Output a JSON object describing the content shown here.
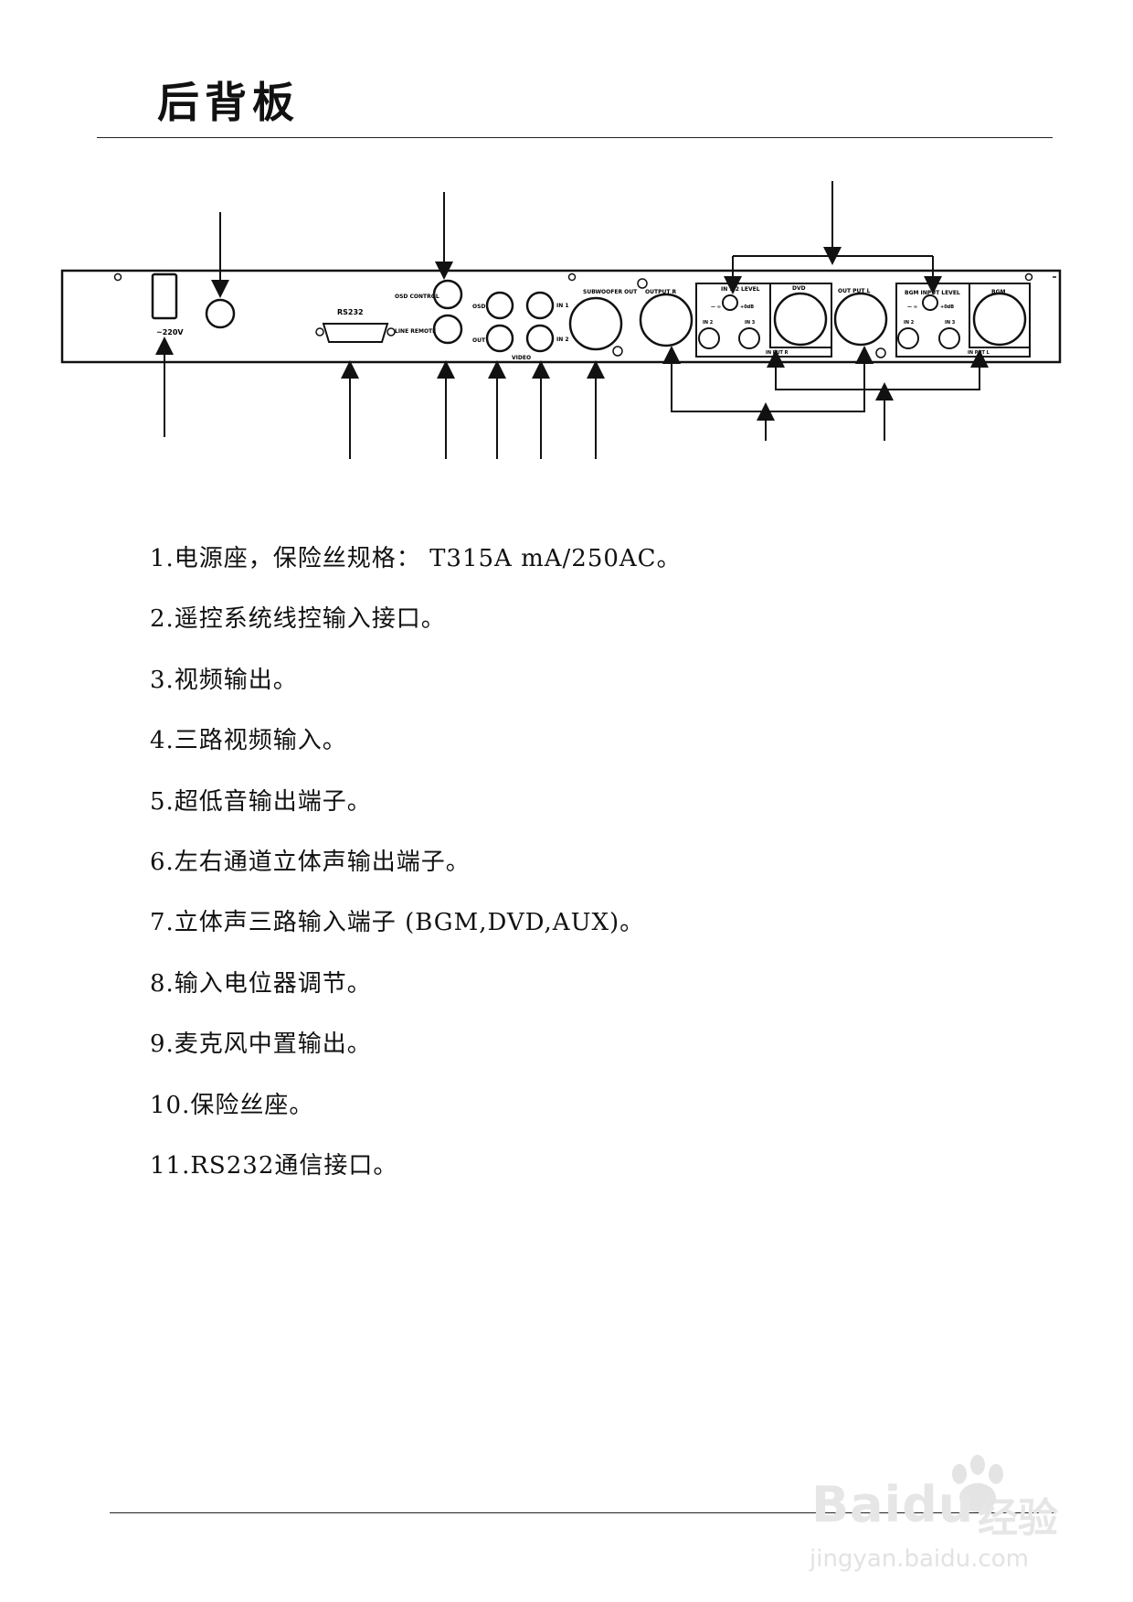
{
  "page": {
    "title": "后背板"
  },
  "panel": {
    "labels": {
      "voltage": "~220V",
      "rs232": "RS232",
      "osd_control": "OSD CONTROL",
      "line_remote": "LINE REMOTE",
      "osd": "OSD",
      "out": "OUT",
      "video": "VIDEO",
      "in1": "IN 1",
      "in2": "IN 2",
      "subwoofer_out": "SUBWOOFER OUT",
      "output_r": "OUTPUT R",
      "level_1": "IN 1,2 LEVEL",
      "minus": "— ∞",
      "plus": "+0dB",
      "in_a": "IN 2",
      "in_b": "IN 3",
      "dvd": "DVD",
      "output_l": "OUT PUT L",
      "in_put_r": "IN PUT R",
      "bgm_level": "BGM INPUT LEVEL",
      "minus2": "— ∞",
      "plus2": "+0dB",
      "in_c": "IN 2",
      "in_d": "IN 3",
      "bgm": "BGM",
      "in_put_l": "IN PUT L"
    }
  },
  "items": [
    "1.电源座，保险丝规格： T315A mA/250AC。",
    "2.遥控系统线控输入接口。",
    "3.视频输出。",
    "4.三路视频输入。",
    "5.超低音输出端子。",
    "6.左右通道立体声输出端子。",
    "7.立体声三路输入端子 (BGM,DVD,AUX)。",
    "8.输入电位器调节。",
    "9.麦克风中置输出。",
    "10.保险丝座。",
    "11.RS232通信接口。"
  ],
  "watermark": {
    "brand": "Baidu",
    "cn": "经验",
    "url": "jingyan.baidu.com"
  }
}
